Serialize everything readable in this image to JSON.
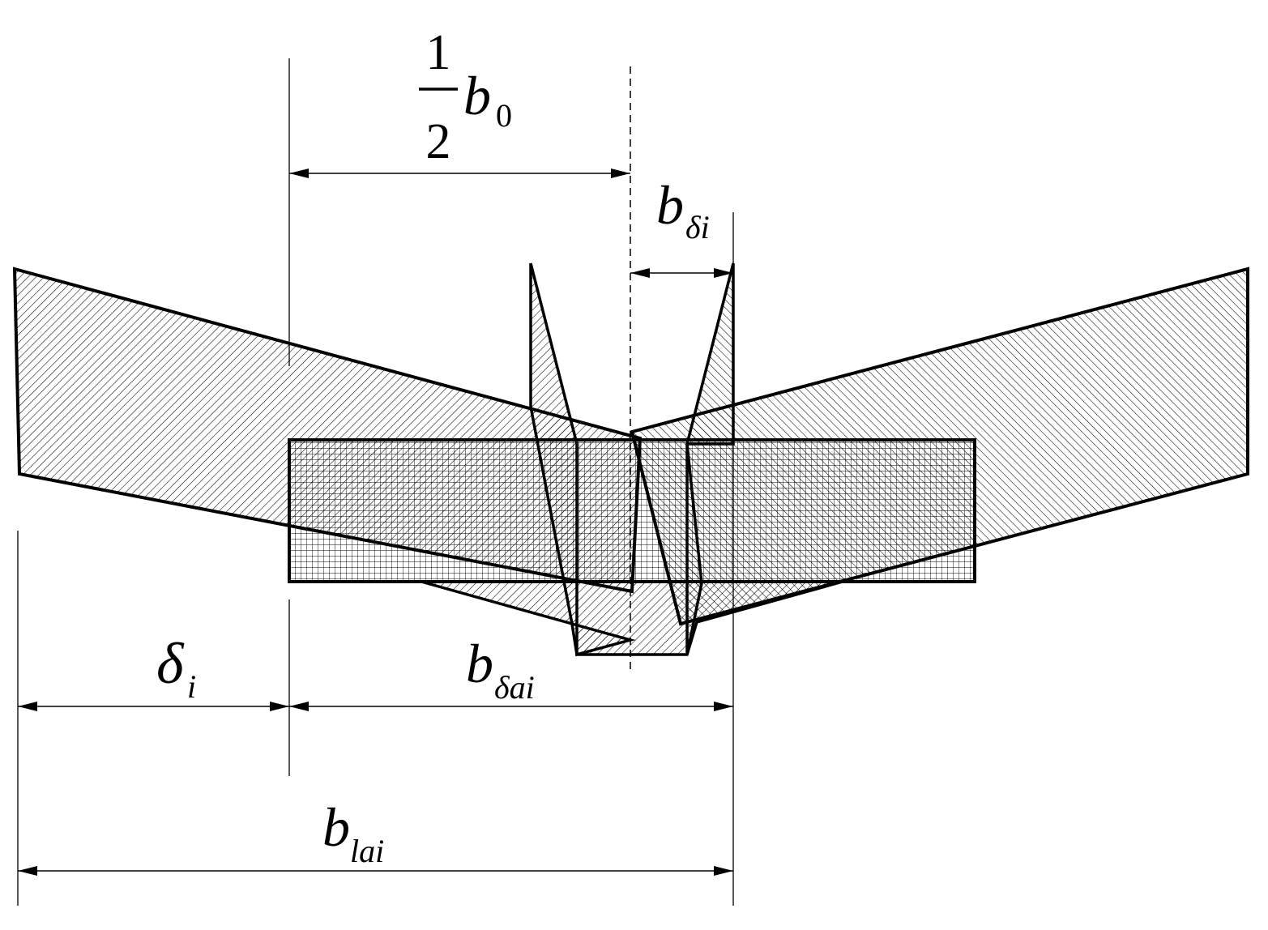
{
  "labels": {
    "half_b0": {
      "numerator": "1",
      "denominator": "2",
      "symbol": "b",
      "subscript": "0"
    },
    "b_delta_i": {
      "symbol": "b",
      "subscript": "δi"
    },
    "delta_i": {
      "symbol": "δ",
      "subscript": "i"
    },
    "b_delta_ai": {
      "symbol": "b",
      "subscript": "δai"
    },
    "b_lai": {
      "symbol": "b",
      "subscript": "lai"
    }
  },
  "colors": {
    "stroke": "#000000",
    "background": "#ffffff"
  }
}
